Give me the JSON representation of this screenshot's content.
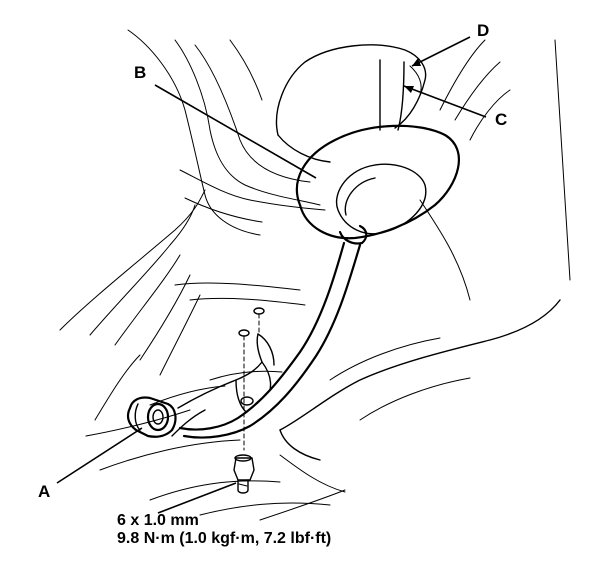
{
  "callouts": {
    "a": "A",
    "b": "B",
    "c": "C",
    "d": "D"
  },
  "spec": {
    "bolt_size": "6 x 1.0 mm",
    "torque": "9.8 N·m (1.0 kgf·m, 7.2 lbf·ft)"
  }
}
